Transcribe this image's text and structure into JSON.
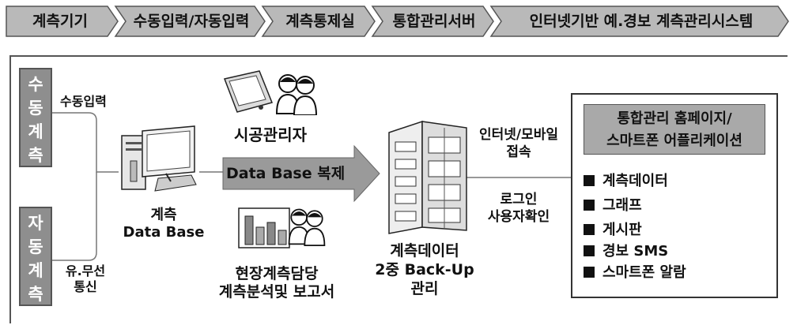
{
  "process_steps": [
    "계측기기",
    "수동입력/자동입력",
    "계측통제실",
    "통합관리서버",
    "인터넷기반 예.경보 계측관리시스템"
  ],
  "manual_box": [
    "수",
    "동",
    "계",
    "측"
  ],
  "auto_box": [
    "자",
    "동",
    "계",
    "측"
  ],
  "manual_input_label": "수동입력",
  "wireless_label": [
    "유.무선",
    "통신"
  ],
  "db_label": [
    "계측",
    "Data Base"
  ],
  "site_manager_label": "시공관리자",
  "replication_label": "Data Base 복제",
  "field_label": [
    "현장계측담당",
    "계측분석및 보고서"
  ],
  "server_label": [
    "계측데이터",
    "2중 Back-Up",
    "관리"
  ],
  "internet_label": [
    "인터넷/모바일",
    "접속"
  ],
  "login_label": [
    "로그인",
    "사용자확인"
  ],
  "portal_title": [
    "통합관리 홈페이지/",
    "스마트폰 어플리케이션"
  ],
  "portal_items": [
    "계측데이터",
    "그래프",
    "게시판",
    "경보 SMS",
    "스마트폰 알람"
  ],
  "colors": {
    "box_gray": "#8e8e8e",
    "chevron_gray": "#b9b9b9",
    "arrow_gray": "#9a9a9a"
  },
  "icons": [
    "pda-icon",
    "people-icon",
    "computer-icon",
    "server-rack-icon",
    "bar-chart-icon"
  ]
}
